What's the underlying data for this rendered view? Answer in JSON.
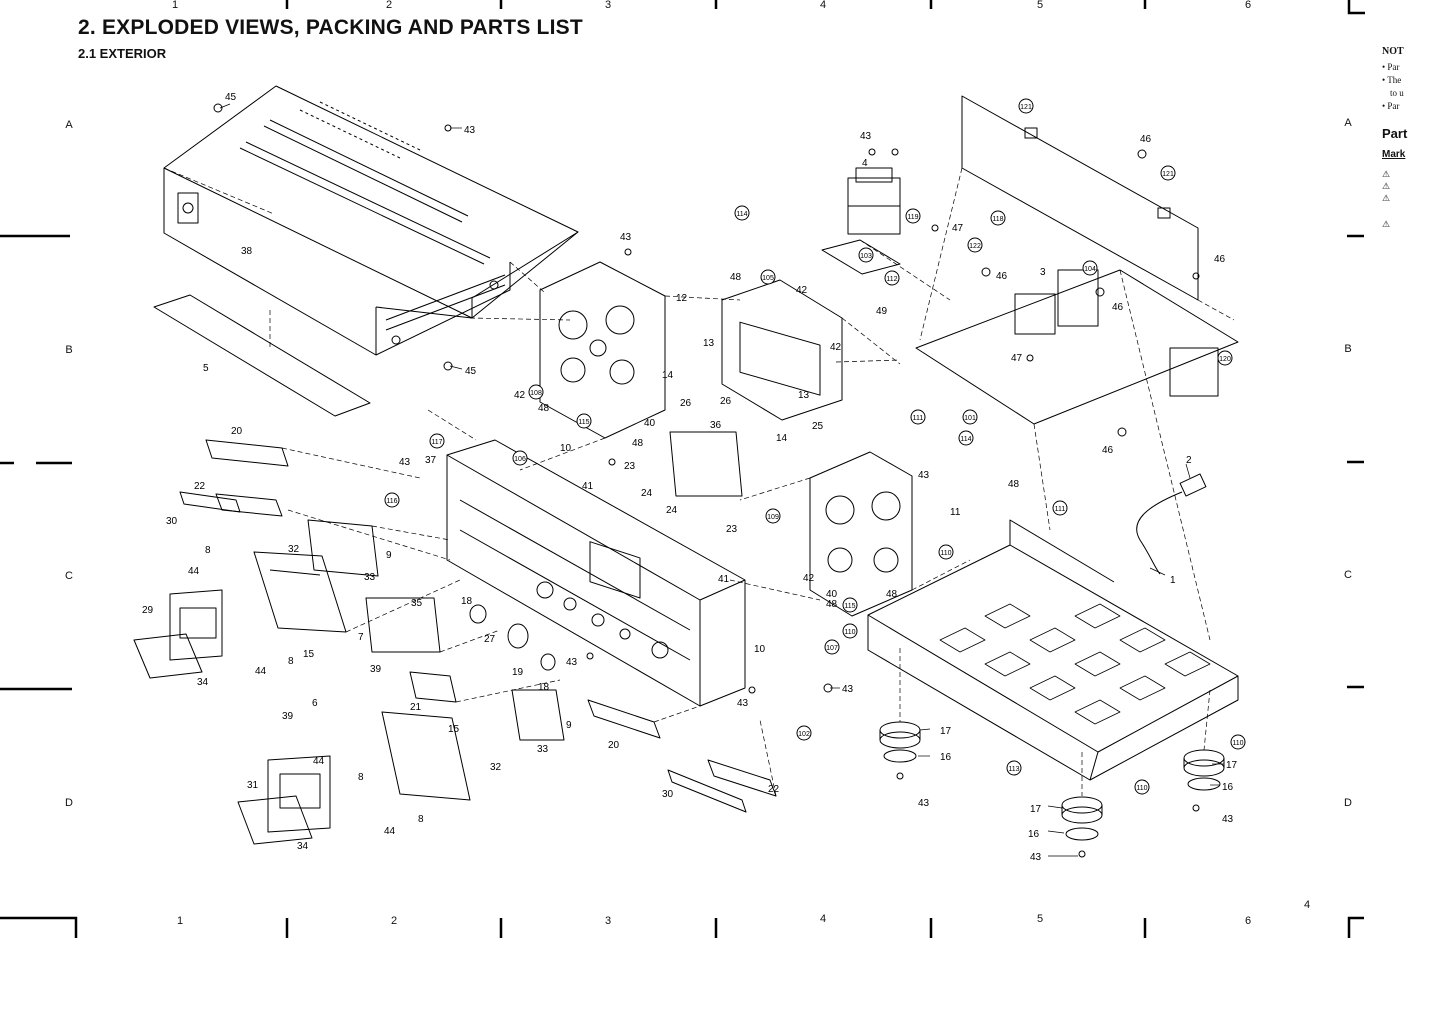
{
  "header": {
    "title": "2.  EXPLODED VIEWS, PACKING AND PARTS LIST",
    "subtitle": "2.1  EXTERIOR"
  },
  "grid": {
    "columns": [
      "1",
      "2",
      "3",
      "4",
      "5",
      "6"
    ],
    "rows": [
      "A",
      "B",
      "C",
      "D"
    ]
  },
  "page_number": "4",
  "side_panel": {
    "note_heading": "NOT",
    "bullet1": "• Par",
    "bullet2": "• The",
    "bullet2b": "to u",
    "bullet3": "• Par",
    "parts_heading": "Part",
    "mark_heading": "Mark",
    "warning_symbol": "⚠"
  },
  "part_labels": [
    "1",
    "2",
    "3",
    "4",
    "5",
    "6",
    "7",
    "8",
    "9",
    "10",
    "11",
    "12",
    "13",
    "14",
    "15",
    "16",
    "17",
    "18",
    "19",
    "20",
    "21",
    "22",
    "23",
    "24",
    "25",
    "26",
    "27",
    "29",
    "30",
    "31",
    "32",
    "33",
    "34",
    "35",
    "36",
    "37",
    "38",
    "39",
    "40",
    "41",
    "42",
    "43",
    "44",
    "45",
    "46",
    "47",
    "48",
    "49",
    "101",
    "102",
    "103",
    "104",
    "105",
    "106",
    "107",
    "108",
    "109",
    "110",
    "111",
    "112",
    "113",
    "114",
    "115",
    "116",
    "117",
    "118",
    "119",
    "120",
    "121",
    "122"
  ]
}
